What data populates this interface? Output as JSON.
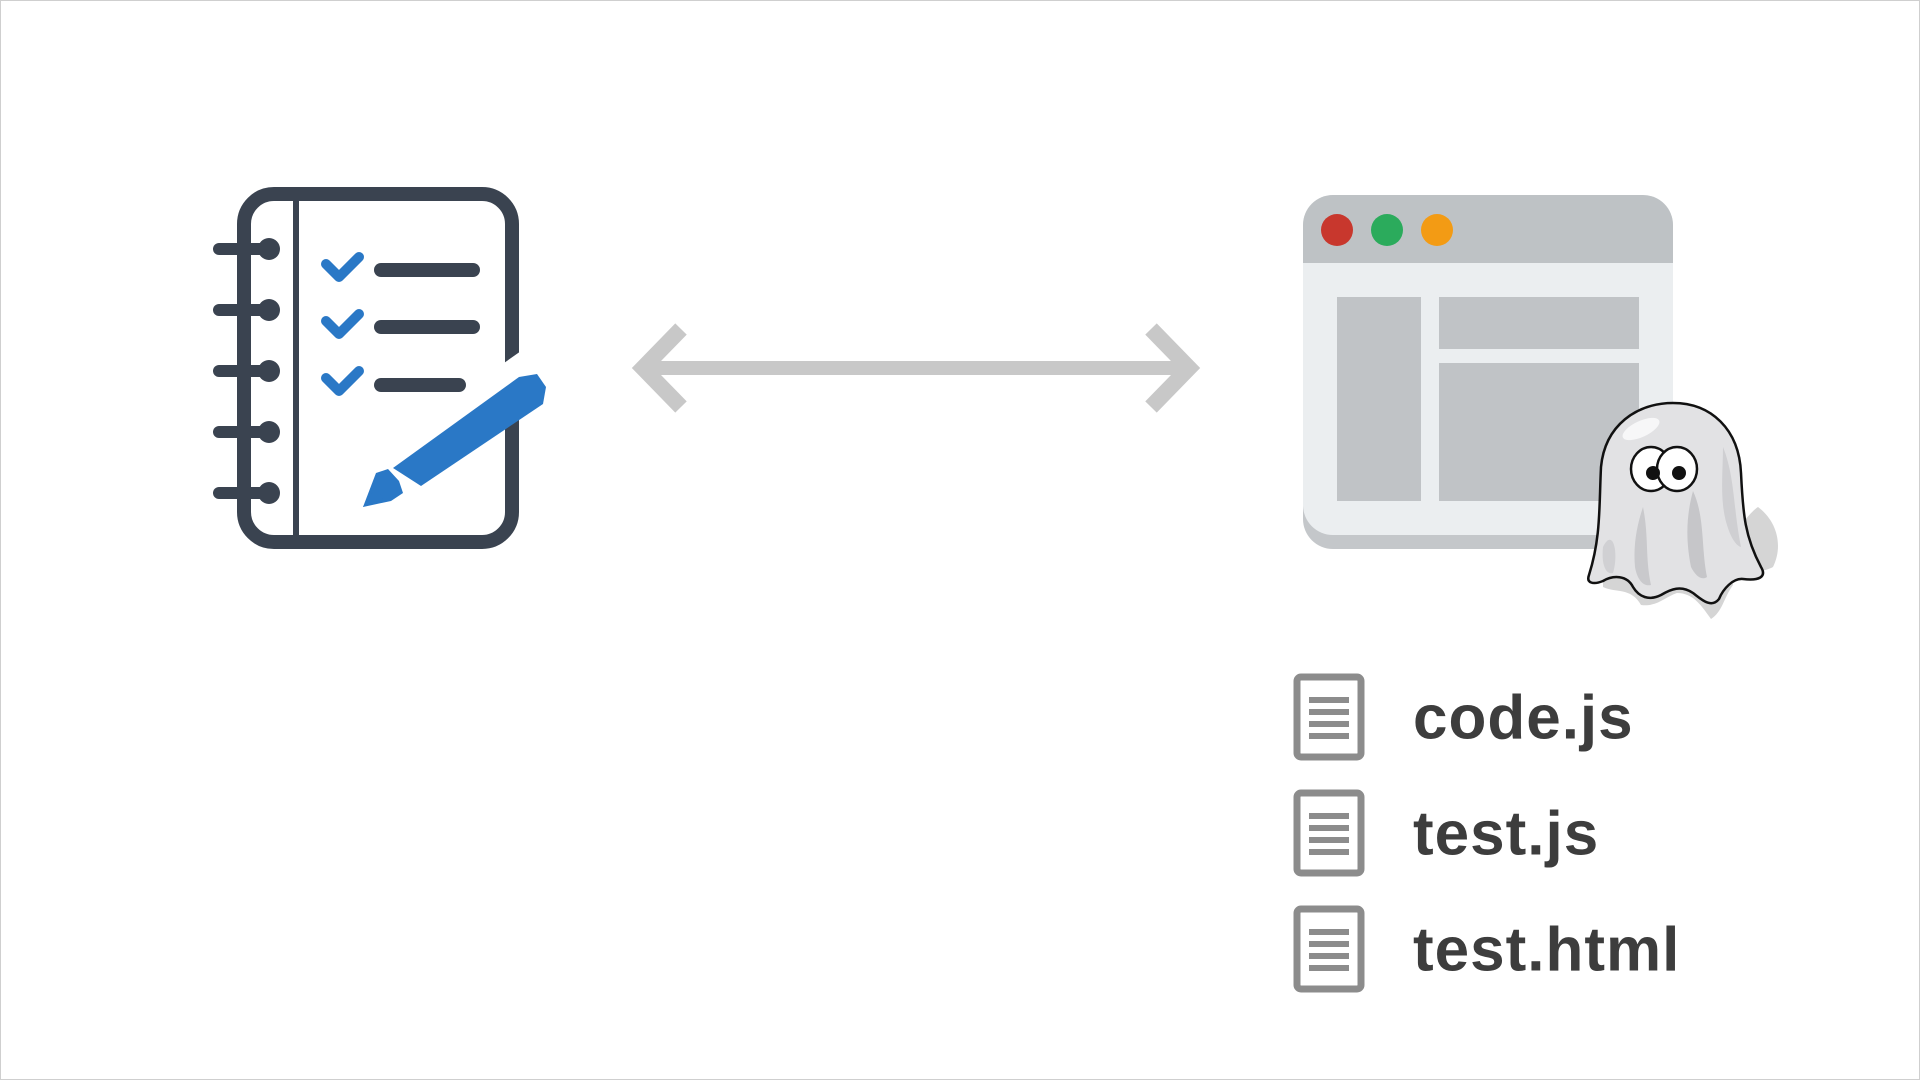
{
  "files": [
    {
      "name": "code.js",
      "icon": "document-icon"
    },
    {
      "name": "test.js",
      "icon": "document-icon"
    },
    {
      "name": "test.html",
      "icon": "document-icon"
    }
  ],
  "icons": {
    "left": "checklist-notebook-icon",
    "middle": "double-arrow-icon",
    "right": "browser-window-icon",
    "overlay": "ghost-icon"
  },
  "colors": {
    "notebook": "#3a4350",
    "accent_blue": "#2a78c6",
    "arrow": "#c8c8c8",
    "browser_bar": "#bec2c5",
    "browser_body": "#ebeef0",
    "browser_blocks": "#c0c3c6",
    "dot_red": "#c8372d",
    "dot_green": "#2bab5c",
    "dot_orange": "#f39b14",
    "file_icon": "#8c8c8c",
    "file_text": "#3d3d3d"
  }
}
